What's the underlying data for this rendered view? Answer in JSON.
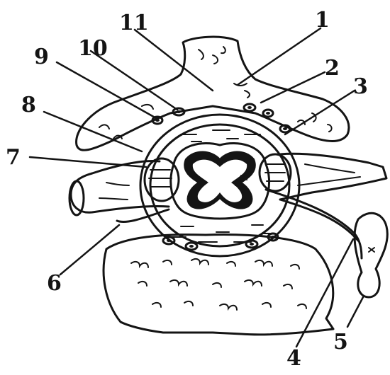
{
  "labels": [
    "1",
    "2",
    "3",
    "4",
    "5",
    "6",
    "7",
    "8",
    "9",
    "10",
    "11"
  ],
  "colors": {
    "ink": "#141414",
    "paper": "#ffffff"
  }
}
